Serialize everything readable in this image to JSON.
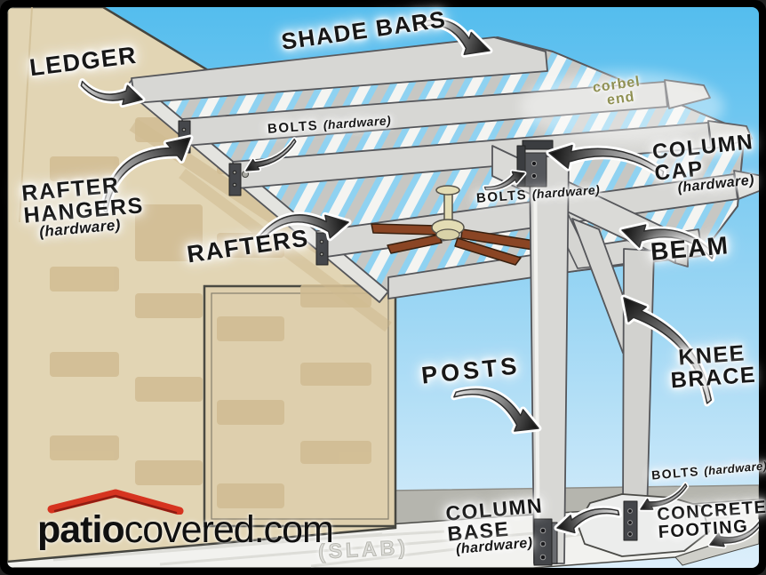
{
  "labels": {
    "shade_bars": {
      "text": "SHADE BARS"
    },
    "ledger": {
      "text": "LEDGER"
    },
    "rafter_hangers": {
      "line1": "RAFTER",
      "line2": "HANGERS",
      "sub": "(hardware)"
    },
    "bolts_top": {
      "main": "BOLTS",
      "sub": "(hardware)"
    },
    "corbel_end": {
      "line1": "corbel",
      "line2": "end"
    },
    "column_cap": {
      "line1": "COLUMN",
      "line2": "CAP",
      "sub": "(hardware)"
    },
    "bolts_mid": {
      "main": "BOLTS",
      "sub": "(hardware)"
    },
    "rafters": {
      "text": "RAFTERS"
    },
    "beam": {
      "text": "BEAM"
    },
    "knee_brace": {
      "line1": "KNEE",
      "line2": "BRACE"
    },
    "posts": {
      "text": "POSTS"
    },
    "bolts_bottom": {
      "main": "BOLTS",
      "sub": "(hardware)"
    },
    "column_base": {
      "line1": "COLUMN",
      "line2": "BASE",
      "sub": "(hardware)"
    },
    "concrete_footing": {
      "line1": "CONCRETE",
      "line2": "FOOTING"
    },
    "slab": {
      "text": "(SLAB)"
    }
  },
  "logo": {
    "prefix": "patio",
    "suffix": "covered.com"
  },
  "colors": {
    "sky_top": "#5ec2ef",
    "sky_bottom": "#d8eefb",
    "wall": "#e2d5b4",
    "wall_shadow": "#d1bc92",
    "structure": "#d7d7d4",
    "outline": "#55565a",
    "slab": "#f2f2ef",
    "ground": "#b5b5ae",
    "label_text": "#171717",
    "corbel_text": "#8f9052",
    "logo_roof_red": "#d63420",
    "fan_blade": "#8a4524"
  }
}
